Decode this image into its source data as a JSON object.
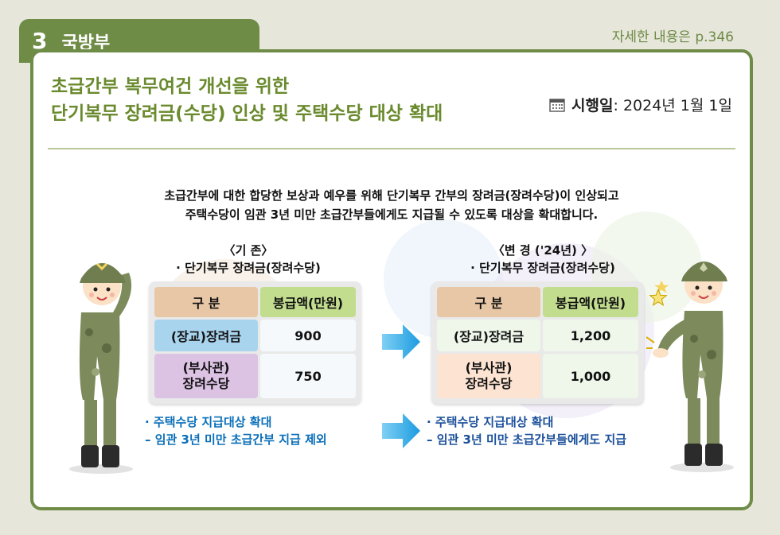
{
  "header": {
    "number": "3",
    "ministry": "국방부",
    "page_ref": "자세한 내용은 p.346"
  },
  "title": {
    "line1": "초급간부 복무여건 개선을 위한",
    "line2": "단기복무 장려금(수당) 인상 및 주택수당 대상 확대"
  },
  "effective": {
    "label": "시행일",
    "sep": ": ",
    "date": "2024년 1월 1일",
    "icon": "calendar-icon"
  },
  "intro": {
    "line1": "초급간부에 대한 합당한 보상과 예우를 위해 단기복무 간부의 장려금(장려수당)이 인상되고",
    "line2": "주택수당이 임관 3년 미만 초급간부들에게도 지급될 수 있도록 대상을 확대합니다."
  },
  "before": {
    "heading": "〈기 존〉",
    "sub": "· 단기복무 장려금(장려수당)",
    "col1": "구 분",
    "col2": "봉급액(만원)",
    "rows": [
      {
        "label": "(장교)장려금",
        "value": "900"
      },
      {
        "label1": "(부사관)",
        "label2": "장려수당",
        "value": "750"
      }
    ],
    "note1": "· 주택수당 지급대상 확대",
    "note2": "– 임관 3년 미만 초급간부 지급 제외"
  },
  "after": {
    "heading": "〈변 경 ('24년) 〉",
    "sub": "· 단기복무 장려금(장려수당)",
    "col1": "구 분",
    "col2": "봉급액(만원)",
    "rows": [
      {
        "label": "(장교)장려금",
        "value": "1,200"
      },
      {
        "label1": "(부사관)",
        "label2": "장려수당",
        "value": "1,000"
      }
    ],
    "note1": "· 주택수당 지급대상 확대",
    "note2": "– 임관 3년 미만 초급간부들에게도 지급"
  },
  "colors": {
    "brand": "#6f8c47",
    "title": "#6a8a2e",
    "note": "#0a6fb9",
    "arrow": "#2aa8e8"
  }
}
